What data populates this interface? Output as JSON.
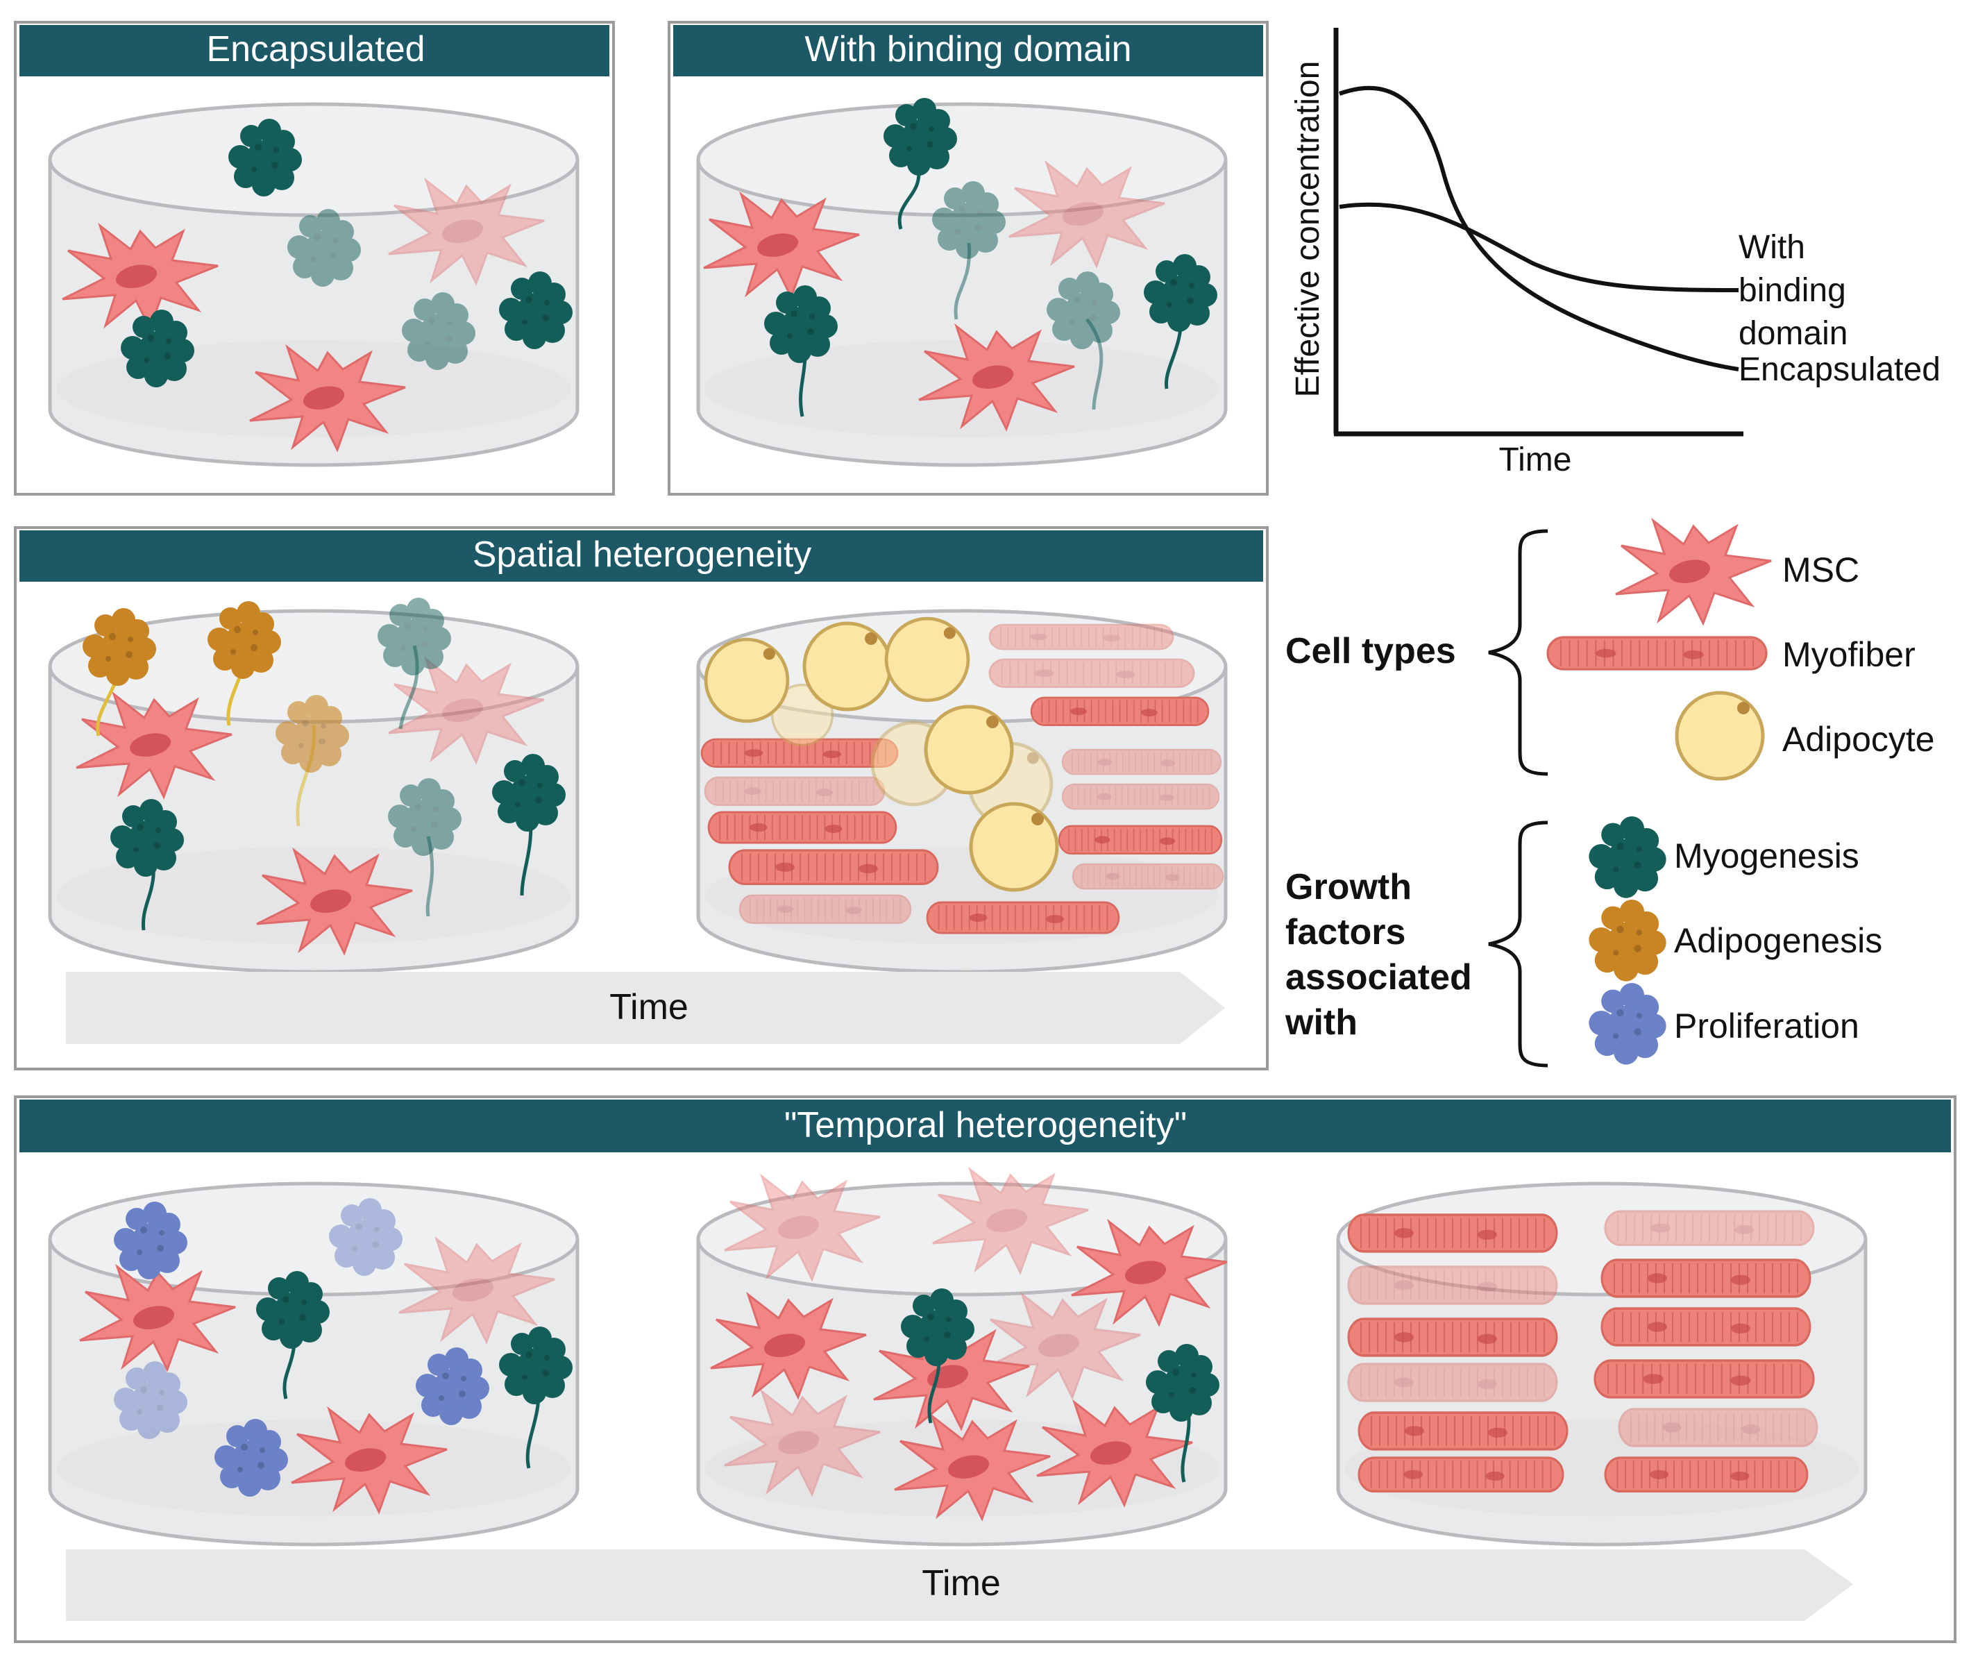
{
  "panels": {
    "encapsulated": {
      "title": "Encapsulated"
    },
    "binding": {
      "title": "With binding domain"
    },
    "spatial": {
      "title": "Spatial heterogeneity",
      "time_label": "Time"
    },
    "temporal": {
      "title": "\"Temporal heterogeneity\"",
      "time_label": "Time"
    }
  },
  "graph": {
    "ylabel": "Effective concentration",
    "xlabel": "Time",
    "curve_binding_label": [
      "With",
      "binding",
      "domain"
    ],
    "curve_encapsulated_label": "Encapsulated"
  },
  "legend": {
    "cell_types_title": "Cell types",
    "cell_types": [
      "MSC",
      "Myofiber",
      "Adipocyte"
    ],
    "growth_factors_title": [
      "Growth",
      "factors",
      "associated",
      "with"
    ],
    "growth_factors": [
      "Myogenesis",
      "Adipogenesis",
      "Proliferation"
    ]
  },
  "colors": {
    "header": "#1c5866",
    "myogenesis": "#145e5a",
    "adipogenesis": "#c98423",
    "proliferation": "#6b82c8",
    "msc": "#f08584",
    "myofiber": "#e9776e",
    "adipocyte": "#fbe6a6"
  }
}
